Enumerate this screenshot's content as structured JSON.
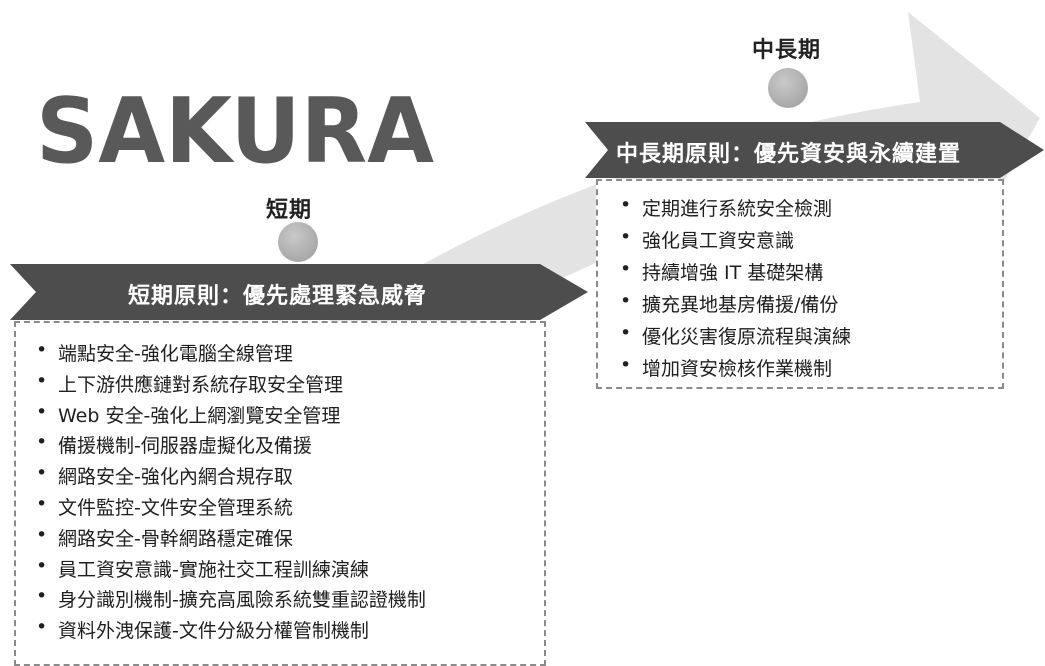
{
  "logo_text": "SAKURA",
  "colors": {
    "arrow": "#e3e3e3",
    "banner": "#4d4d4d",
    "dot": "#aaaaaa",
    "logo": "#595959",
    "dash": "#8a8a8a"
  },
  "short_term": {
    "stage_label": "短期",
    "banner": "短期原則：優先處理緊急威脅",
    "items": [
      "端點安全-強化電腦全線管理",
      "上下游供應鏈對系統存取安全管理",
      "Web 安全-強化上網瀏覽安全管理",
      "備援機制-伺服器虛擬化及備援",
      "網路安全-強化內網合規存取",
      "文件監控-文件安全管理系統",
      "網路安全-骨幹網路穩定確保",
      "員工資安意識-實施社交工程訓練演練",
      "身分識別機制-擴充高風險系統雙重認證機制",
      "資料外洩保護-文件分級分權管制機制"
    ]
  },
  "long_term": {
    "stage_label": "中長期",
    "banner": "中長期原則：優先資安與永續建置",
    "items": [
      "定期進行系統安全檢測",
      "強化員工資安意識",
      "持續增強 IT 基礎架構",
      "擴充異地基房備援/備份",
      "優化災害復原流程與演練",
      "增加資安檢核作業機制"
    ]
  }
}
